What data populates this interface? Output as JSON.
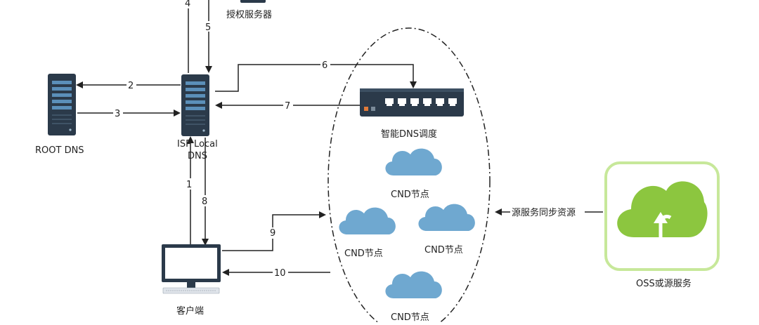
{
  "nodes": {
    "auth_server": "授权服务器",
    "root_dns": "ROOT DNS",
    "isp_dns_line1": "ISP Local",
    "isp_dns_line2": "DNS",
    "smart_dns": "智能DNS调度",
    "client": "客户端",
    "cdn_node_1": "CND节点",
    "cdn_node_2": "CND节点",
    "cdn_node_3": "CND节点",
    "cdn_node_4": "CND节点",
    "oss": "OSS或源服务"
  },
  "edges": {
    "e1": "1",
    "e2": "2",
    "e3": "3",
    "e4": "4",
    "e5": "5",
    "e6": "6",
    "e7": "7",
    "e8": "8",
    "e9": "9",
    "e10": "10",
    "sync": "源服务同步资源"
  },
  "colors": {
    "server": "#2b3a4a",
    "server_stripe": "#5b8fb9",
    "cloud": "#6fa8d0",
    "oss_border": "#c7e89a",
    "oss_fill": "#8cc63f",
    "switch": "#2b3a4a"
  },
  "icons": {
    "server": "server-icon",
    "switch": "switch-icon",
    "cloud": "cloud-icon",
    "monitor": "monitor-icon",
    "oss": "cloud-upload-icon"
  }
}
